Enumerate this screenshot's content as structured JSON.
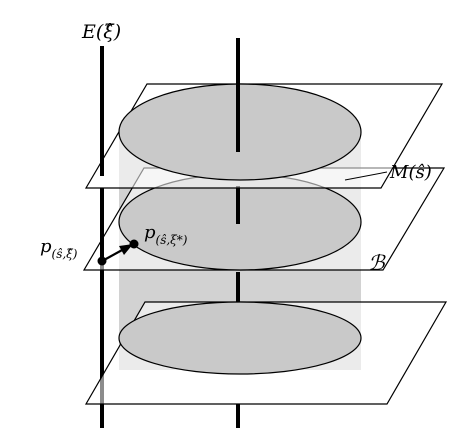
{
  "labels": {
    "fiber_E": {
      "main": "E",
      "arg": "(ξ̂)"
    },
    "manifold_M": {
      "main": "M",
      "arg": "(ŝ)"
    },
    "region_B": "ℬ",
    "point_p_hat": {
      "main": "p",
      "sub": "(ŝ,ξ̂)"
    },
    "point_p_star": {
      "main": "p",
      "sub": "(ŝ,ξ*)"
    }
  },
  "colors": {
    "stroke": "#000000",
    "cylinder_fill": "#d2d2d2",
    "disk_fill": "#c9c9c9",
    "plane_fill": "#ffffff"
  }
}
